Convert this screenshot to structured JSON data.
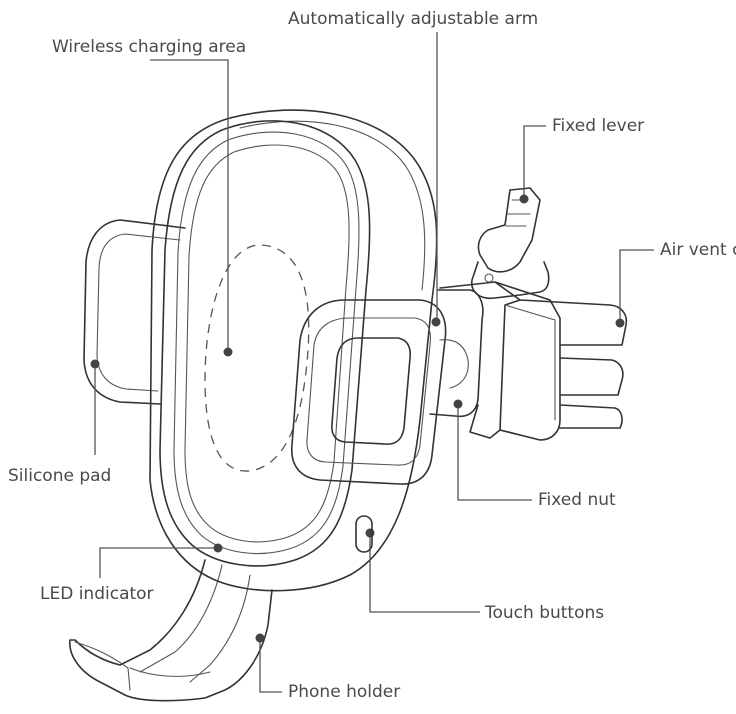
{
  "labels": {
    "wireless_charging_area": "Wireless charging area",
    "auto_arm": "Automatically adjustable arm",
    "fixed_lever": "Fixed lever",
    "air_vent": "Air vent c",
    "silicone_pad": "Silicone pad",
    "fixed_nut": "Fixed nut",
    "led_indicator": "LED indicator",
    "touch_buttons": "Touch buttons",
    "phone_holder": "Phone holder"
  }
}
